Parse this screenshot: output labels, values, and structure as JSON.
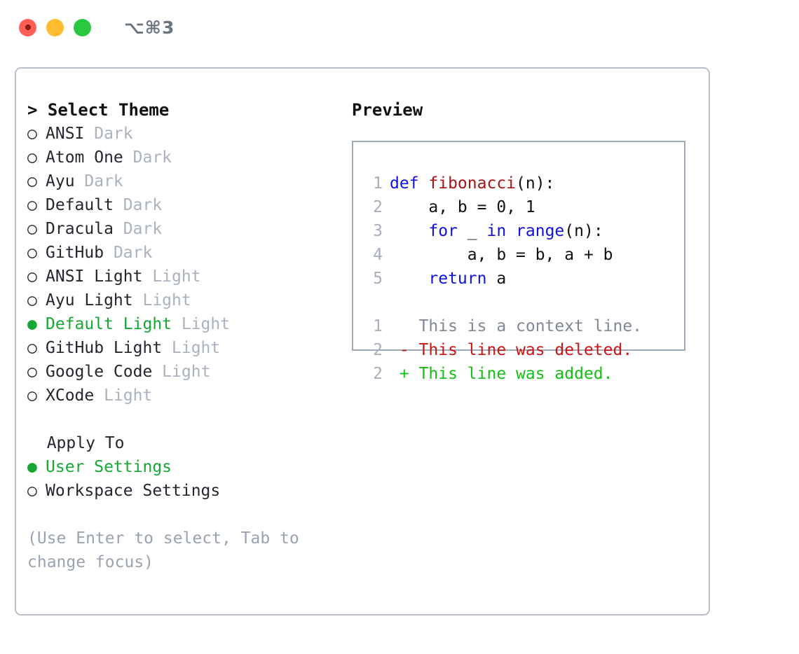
{
  "titlebar": {
    "shortcut": "⌥⌘3",
    "buttons": [
      {
        "name": "close",
        "color": "#ff5f57"
      },
      {
        "name": "minimize",
        "color": "#febc2e"
      },
      {
        "name": "maximize",
        "color": "#28c840"
      }
    ]
  },
  "theme_picker": {
    "heading": "> Select Theme",
    "markers": {
      "selected": "●",
      "unselected": "○"
    },
    "items": [
      {
        "label": "ANSI",
        "tag": "Dark",
        "selected": false
      },
      {
        "label": "Atom One",
        "tag": "Dark",
        "selected": false
      },
      {
        "label": "Ayu",
        "tag": "Dark",
        "selected": false
      },
      {
        "label": "Default",
        "tag": "Dark",
        "selected": false
      },
      {
        "label": "Dracula",
        "tag": "Dark",
        "selected": false
      },
      {
        "label": "GitHub",
        "tag": "Dark",
        "selected": false
      },
      {
        "label": "ANSI Light",
        "tag": "Light",
        "selected": false
      },
      {
        "label": "Ayu Light",
        "tag": "Light",
        "selected": false
      },
      {
        "label": "Default Light",
        "tag": "Light",
        "selected": true
      },
      {
        "label": "GitHub Light",
        "tag": "Light",
        "selected": false
      },
      {
        "label": "Google Code",
        "tag": "Light",
        "selected": false
      },
      {
        "label": "XCode",
        "tag": "Light",
        "selected": false
      }
    ],
    "rows": [
      {
        "marker": "○",
        "label": "ANSI",
        "tag": "Dark"
      },
      {
        "marker": "○",
        "label": "Atom One",
        "tag": "Dark"
      },
      {
        "marker": "○",
        "label": "Ayu",
        "tag": "Dark"
      },
      {
        "marker": "○",
        "label": "Default",
        "tag": "Dark"
      },
      {
        "marker": "○",
        "label": "Dracula",
        "tag": "Dark"
      },
      {
        "marker": "○",
        "label": "GitHub",
        "tag": "Dark"
      },
      {
        "marker": "○",
        "label": "ANSI Light",
        "tag": "Light"
      },
      {
        "marker": "○",
        "label": "Ayu Light",
        "tag": "Light"
      },
      {
        "marker": "●",
        "label": "Default Light",
        "tag": "Light"
      },
      {
        "marker": "○",
        "label": "GitHub Light",
        "tag": "Light"
      },
      {
        "marker": "○",
        "label": "Google Code",
        "tag": "Light"
      },
      {
        "marker": "○",
        "label": "XCode",
        "tag": "Light"
      }
    ]
  },
  "apply_to": {
    "heading": "Apply To",
    "heading_indent": "  ",
    "rows": [
      {
        "marker": "●",
        "label": "User Settings",
        "selected": true
      },
      {
        "marker": "○",
        "label": "Workspace Settings",
        "selected": false
      }
    ]
  },
  "hint": "(Use Enter to select, Tab to change focus)",
  "preview": {
    "title": "Preview",
    "code_lines": [
      {
        "n": "1",
        "tokens": [
          {
            "t": "def ",
            "c": "kw"
          },
          {
            "t": "fibonacci",
            "c": "fn"
          },
          {
            "t": "(n):",
            "c": "pl"
          }
        ]
      },
      {
        "n": "2",
        "tokens": [
          {
            "t": "    a, b = 0, 1",
            "c": "pl"
          }
        ]
      },
      {
        "n": "3",
        "tokens": [
          {
            "t": "    ",
            "c": "pl"
          },
          {
            "t": "for",
            "c": "kw"
          },
          {
            "t": " _ ",
            "c": "pl"
          },
          {
            "t": "in",
            "c": "kw"
          },
          {
            "t": " ",
            "c": "pl"
          },
          {
            "t": "range",
            "c": "kw"
          },
          {
            "t": "(n):",
            "c": "pl"
          }
        ]
      },
      {
        "n": "4",
        "tokens": [
          {
            "t": "        a, b = b, a + b",
            "c": "pl"
          }
        ]
      },
      {
        "n": "5",
        "tokens": [
          {
            "t": "    ",
            "c": "pl"
          },
          {
            "t": "return",
            "c": "kw"
          },
          {
            "t": " a",
            "c": "pl"
          }
        ]
      }
    ],
    "diff_lines": [
      {
        "n": "1",
        "sign": " ",
        "text": " This is a context line.",
        "kind": "context"
      },
      {
        "n": "2",
        "sign": "-",
        "text": " This line was deleted.",
        "kind": "deleted"
      },
      {
        "n": "2",
        "sign": "+",
        "text": " This line was added.",
        "kind": "added"
      }
    ]
  },
  "colors": {
    "accent_green": "#16a834",
    "muted_gray": "#aab2bd",
    "hint_gray": "#9aa3b0",
    "keyword_blue": "#0f12e0",
    "function_red": "#a81414",
    "diff_red": "#cc1414",
    "diff_green": "#14c014",
    "panel_border": "#b8c0cb",
    "preview_border": "#9fa9b8"
  }
}
